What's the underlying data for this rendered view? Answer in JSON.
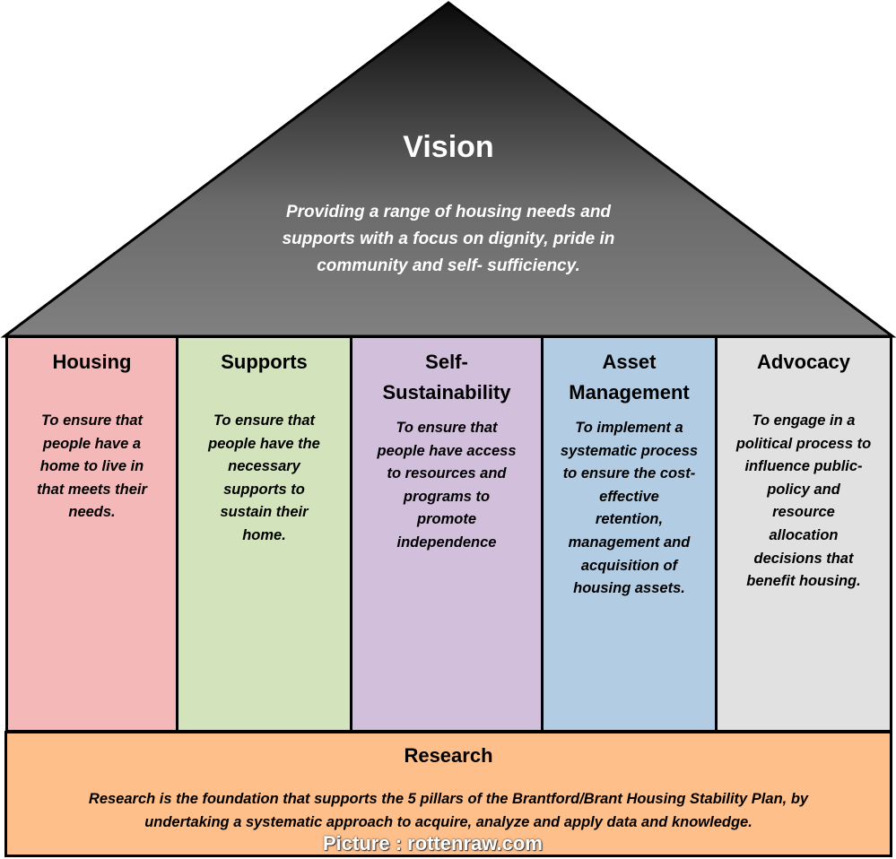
{
  "vision": {
    "title": "Vision",
    "text": "Providing a range of housing needs and\nsupports with a focus on dignity, pride in\ncommunity and self- sufficiency."
  },
  "pillars": [
    {
      "title": "Housing",
      "text": "To ensure that\npeople have a\nhome to live in\nthat meets their\nneeds.",
      "color": "#f4b8b8"
    },
    {
      "title": "Supports",
      "text": "To ensure that\npeople have the\nnecessary\nsupports to\nsustain their\nhome.",
      "color": "#d3e3bc"
    },
    {
      "title": "Self-\nSustainability",
      "text": "To ensure that\npeople have access\nto resources and\nprograms to\npromote\nindependence",
      "color": "#d1bfdc"
    },
    {
      "title": "Asset\nManagement",
      "text": "To implement a\nsystematic process\nto ensure the cost-\neffective\nretention,\nmanagement and\nacquisition of\nhousing assets.",
      "color": "#b2cde3"
    },
    {
      "title": "Advocacy",
      "text": "To engage in a\npolitical process to\ninfluence public-\npolicy and\nresource\nallocation\ndecisions that\nbenefit housing.",
      "color": "#e1e1e1"
    }
  ],
  "research": {
    "title": "Research",
    "text": "Research is the foundation that supports the 5 pillars of the Brantford/Brant Housing Stability Plan, by\nundertaking a systematic approach to acquire, analyze and apply data and knowledge."
  },
  "watermark": "Picture : rottenraw.com"
}
